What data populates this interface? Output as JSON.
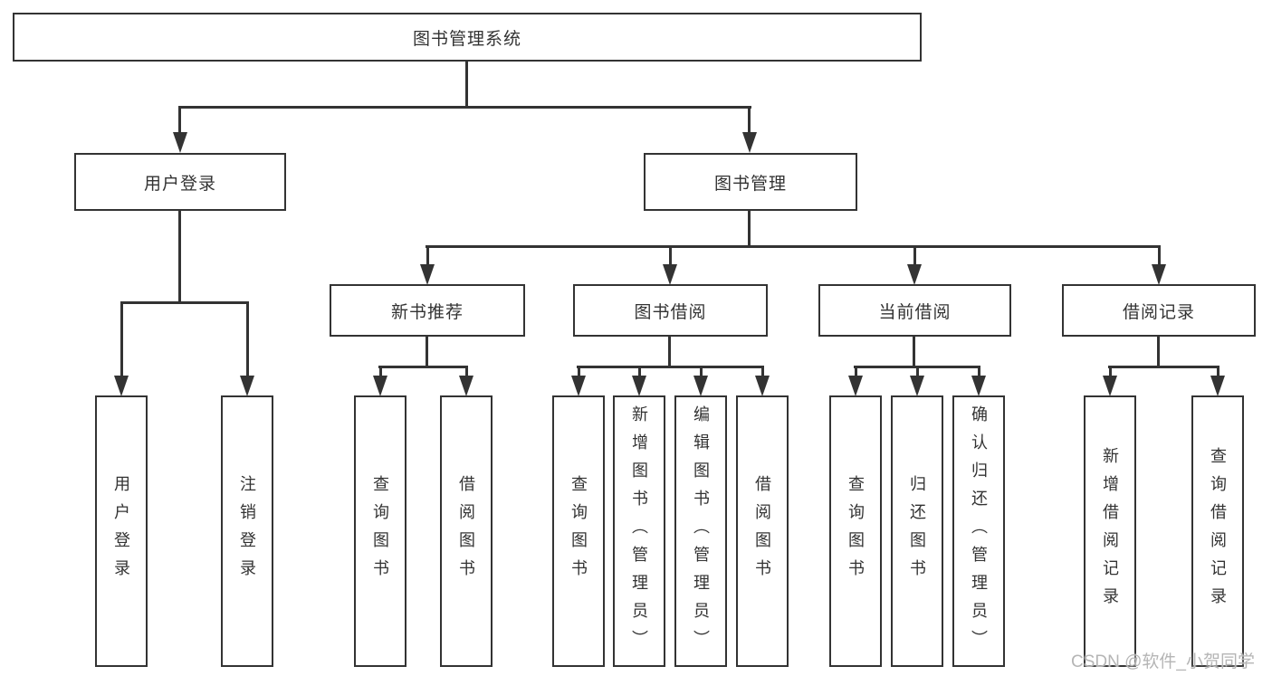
{
  "diagram": {
    "title": "图书管理系统",
    "colors": {
      "line": "#333333",
      "border": "#333333",
      "text": "#333333",
      "watermark": "#b5b5b5",
      "background": "#ffffff"
    }
  },
  "tree": {
    "root": {
      "label": "图书管理系统",
      "children": [
        {
          "label": "用户登录",
          "children": [
            {
              "label": "用户登录"
            },
            {
              "label": "注销登录"
            }
          ]
        },
        {
          "label": "图书管理",
          "children": [
            {
              "label": "新书推荐",
              "children": [
                {
                  "label": "查询图书"
                },
                {
                  "label": "借阅图书"
                }
              ]
            },
            {
              "label": "图书借阅",
              "children": [
                {
                  "label": "查询图书"
                },
                {
                  "label": "新增图书（管理员）"
                },
                {
                  "label": "编辑图书（管理员）"
                },
                {
                  "label": "借阅图书"
                }
              ]
            },
            {
              "label": "当前借阅",
              "children": [
                {
                  "label": "查询图书"
                },
                {
                  "label": "归还图书"
                },
                {
                  "label": "确认归还（管理员）"
                }
              ]
            },
            {
              "label": "借阅记录",
              "children": [
                {
                  "label": "新增借阅记录"
                },
                {
                  "label": "查询借阅记录"
                }
              ]
            }
          ]
        }
      ]
    }
  },
  "watermark": {
    "text": "CSDN @软件_小贺同学"
  }
}
